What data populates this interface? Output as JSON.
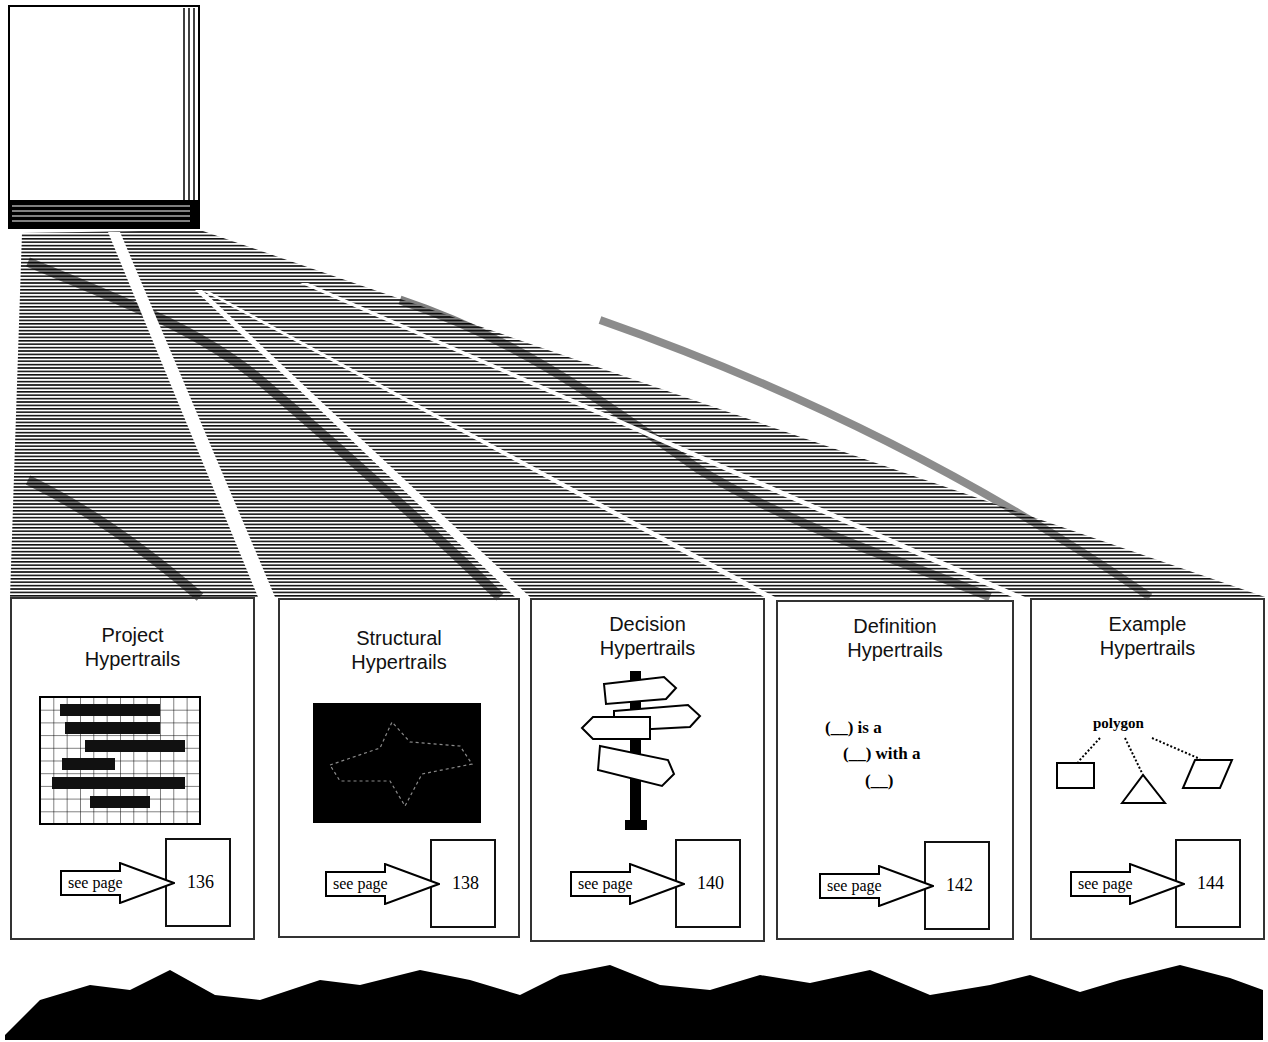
{
  "diagram": {
    "nodes": [
      {
        "text": [
          "Project Hypertrails"
        ]
      },
      {
        "text": [
          "see page"
        ],
        "in": 0
      },
      {
        "text": [
          "136"
        ],
        "in": 0
      },
      {
        "text": [
          "Structural Hypertrails"
        ]
      },
      {
        "text": [
          "see page"
        ],
        "in": 3
      },
      {
        "text": [
          "138"
        ],
        "in": 3
      },
      {
        "text": [
          "Decision Hypertrails"
        ]
      },
      {
        "text": [
          "see page"
        ],
        "in": 6
      },
      {
        "text": [
          "140"
        ],
        "in": 6
      },
      {
        "text": [
          "Definition Hypertrails"
        ]
      },
      {
        "text": [
          "see page"
        ],
        "in": 9
      },
      {
        "text": [
          "142"
        ],
        "in": 9
      },
      {
        "text": [
          "Example Hypertrails"
        ]
      },
      {
        "text": [
          "see page"
        ],
        "in": 12
      },
      {
        "text": [
          "144"
        ],
        "in": 12
      }
    ],
    "labels": [
      "(__) is a",
      "(__) with a",
      "(__)",
      "polygon"
    ]
  }
}
